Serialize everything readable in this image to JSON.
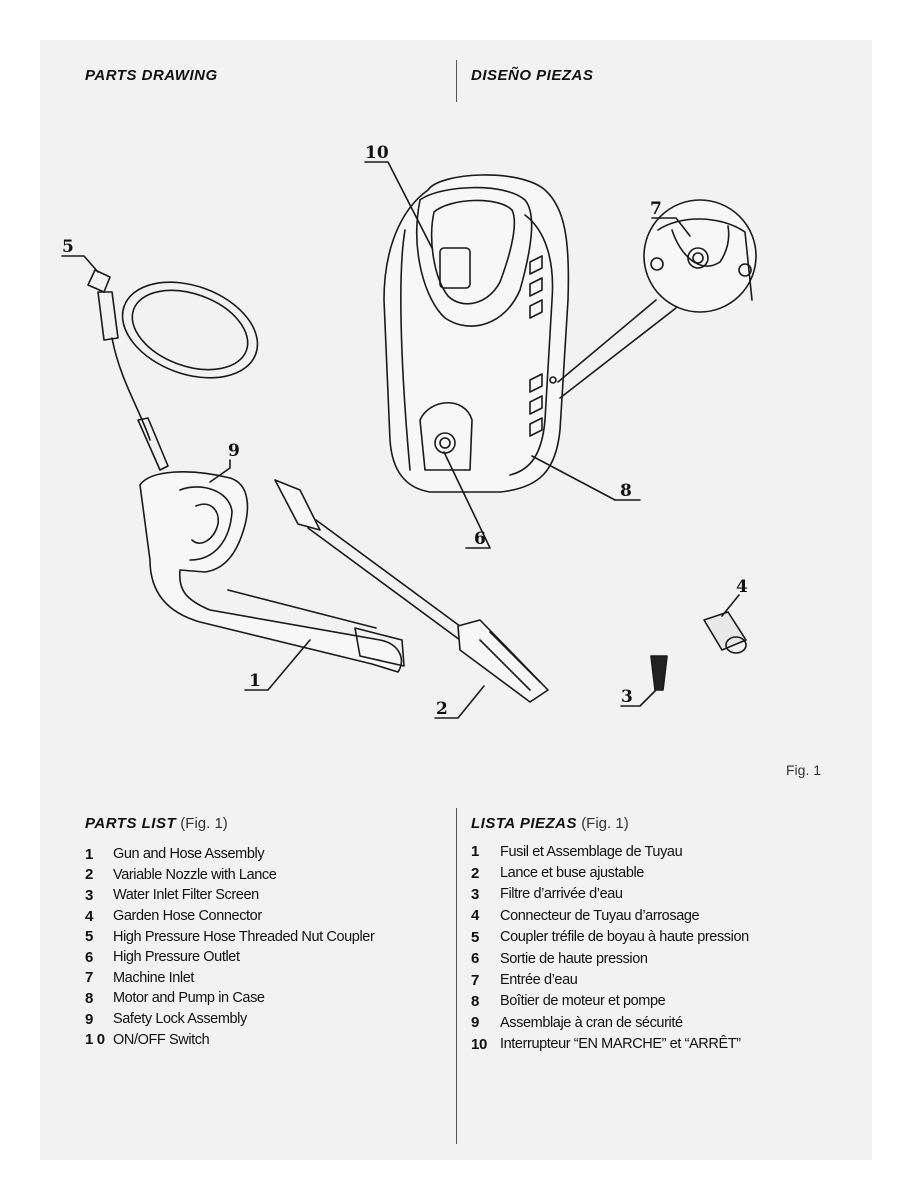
{
  "header": {
    "left_title": "PARTS DRAWING",
    "right_title": "DISEÑO PIEZAS"
  },
  "drawing": {
    "callouts": [
      "10",
      "7",
      "5",
      "9",
      "8",
      "6",
      "4",
      "1",
      "2",
      "3"
    ],
    "figure_caption": "Fig. 1"
  },
  "parts_list_en": {
    "title": "PARTS LIST",
    "fig_ref": "(Fig. 1)",
    "items": [
      {
        "num": "1",
        "label": "Gun and Hose Assembly"
      },
      {
        "num": "2",
        "label": "Variable Nozzle with Lance"
      },
      {
        "num": "3",
        "label": "Water Inlet Filter Screen"
      },
      {
        "num": "4",
        "label": "Garden Hose Connector"
      },
      {
        "num": "5",
        "label": "High Pressure Hose Threaded Nut Coupler"
      },
      {
        "num": "6",
        "label": "High Pressure Outlet"
      },
      {
        "num": "7",
        "label": "Machine Inlet"
      },
      {
        "num": "8",
        "label": "Motor and Pump in Case"
      },
      {
        "num": "9",
        "label": "Safety Lock Assembly"
      },
      {
        "num": "1 0",
        "label": "ON/OFF Switch"
      }
    ]
  },
  "parts_list_es": {
    "title": "LISTA PIEZAS",
    "fig_ref": "(Fig. 1)",
    "items": [
      {
        "num": "1",
        "label": "Fusil et Assemblage de Tuyau"
      },
      {
        "num": "2",
        "label": "Lance et buse ajustable"
      },
      {
        "num": "3",
        "label": "Filtre d’arrivée d’eau"
      },
      {
        "num": "4",
        "label": "Connecteur de Tuyau d’arrosage"
      },
      {
        "num": "5",
        "label": "Coupler tréfile de boyau à haute pression"
      },
      {
        "num": "6",
        "label": "Sortie de haute pression"
      },
      {
        "num": "7",
        "label": "Entrée d’eau"
      },
      {
        "num": "8",
        "label": "Boîtier de moteur et pompe"
      },
      {
        "num": "9",
        "label": "Assemblaje à cran de sécurité"
      },
      {
        "num": "10",
        "label": "Interrupteur “EN MARCHE” et “ARRÊT”"
      }
    ]
  }
}
